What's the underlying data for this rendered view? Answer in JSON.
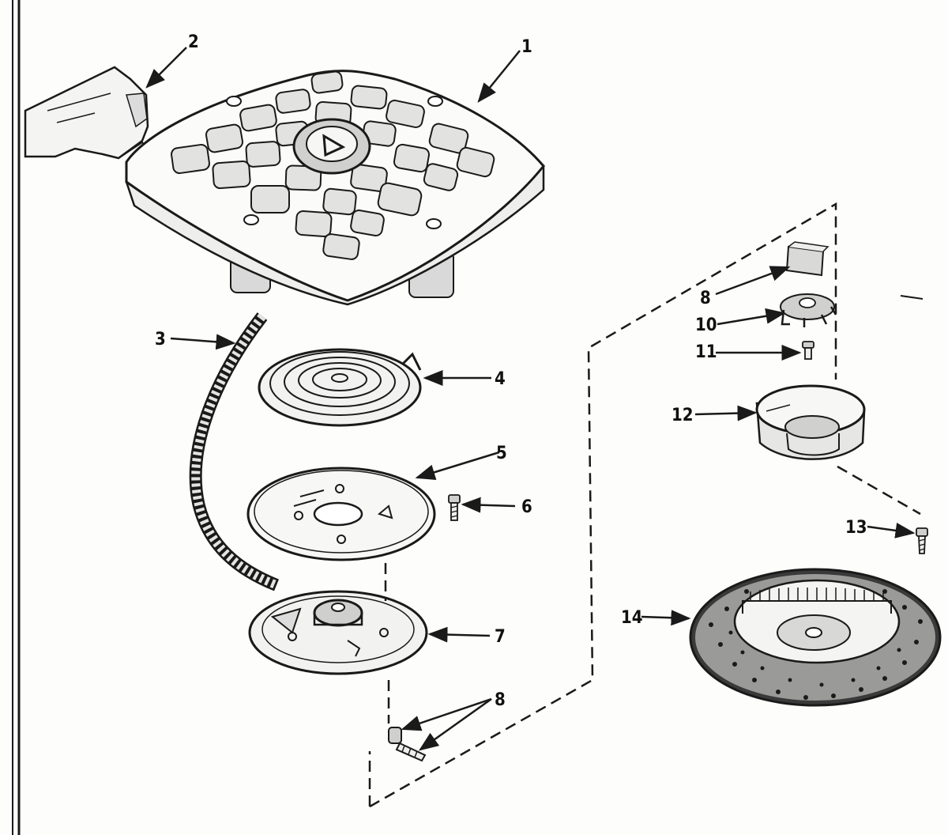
{
  "diagram": {
    "colors": {
      "ink": "#1a1a1a",
      "paper": "#fdfdfb",
      "shade": "#cfcfcf",
      "dark": "#3a3a3a"
    },
    "parts": [
      {
        "id": "1",
        "label": "1"
      },
      {
        "id": "2",
        "label": "2"
      },
      {
        "id": "3",
        "label": "3"
      },
      {
        "id": "4",
        "label": "4"
      },
      {
        "id": "5",
        "label": "5"
      },
      {
        "id": "6",
        "label": "6"
      },
      {
        "id": "7",
        "label": "7"
      },
      {
        "id": "8a",
        "label": "8"
      },
      {
        "id": "8b",
        "label": "8"
      },
      {
        "id": "10",
        "label": "10"
      },
      {
        "id": "11",
        "label": "11"
      },
      {
        "id": "12",
        "label": "12"
      },
      {
        "id": "13",
        "label": "13"
      },
      {
        "id": "14",
        "label": "14"
      }
    ]
  }
}
